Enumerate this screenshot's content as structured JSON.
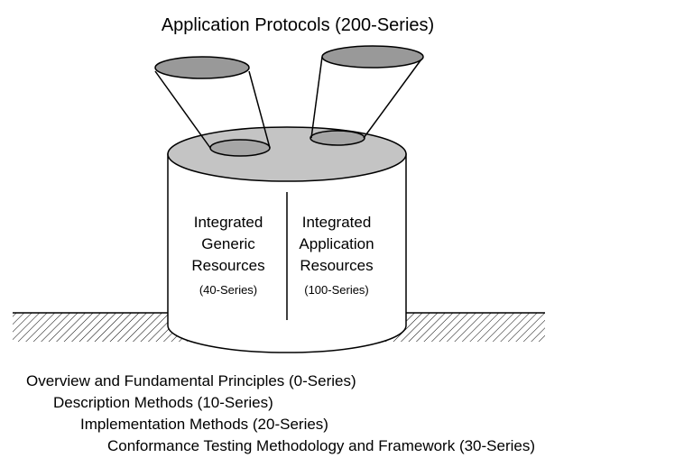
{
  "title": "Application Protocols (200-Series)",
  "resources": {
    "left": {
      "line1": "Integrated",
      "line2": "Generic",
      "line3": "Resources",
      "series": "(40-Series)"
    },
    "right": {
      "line1": "Integrated",
      "line2": "Application",
      "line3": "Resources",
      "series": "(100-Series)"
    }
  },
  "foundation_list": [
    "Overview and Fundamental Principles (0-Series)",
    "Description Methods (10-Series)",
    "Implementation Methods (20-Series)",
    "Conformance Testing Methodology and Framework (30-Series)"
  ],
  "colors": {
    "cylinder_top": "#c4c4c4",
    "cone_top": "#999999",
    "hole": "#a6a6a6",
    "stroke": "#000000"
  }
}
